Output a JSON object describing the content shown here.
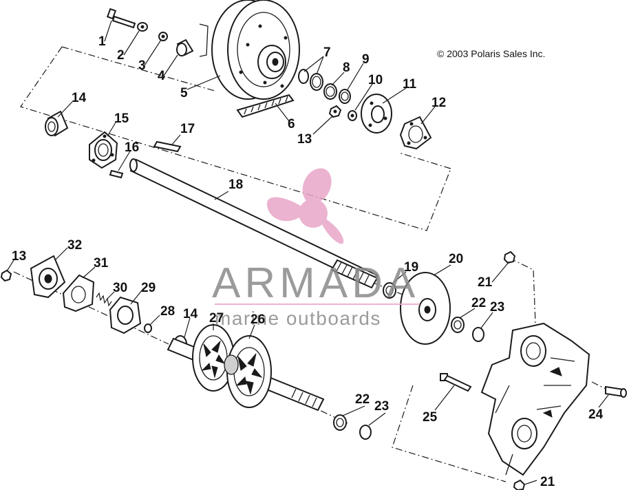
{
  "copyright": "© 2003 Polaris Sales Inc.",
  "watermark": {
    "brand": "ARMADA",
    "tagline": "marine outboards",
    "logo_color": "#e8a6c8",
    "text_color": "#8a8a8a"
  },
  "callouts": [
    "1",
    "2",
    "3",
    "4",
    "5",
    "6",
    "7",
    "8",
    "9",
    "10",
    "11",
    "12",
    "13",
    "14",
    "15",
    "16",
    "17",
    "18",
    "13",
    "32",
    "31",
    "30",
    "29",
    "28",
    "14",
    "27",
    "26",
    "19",
    "20",
    "21",
    "22",
    "23",
    "22",
    "23",
    "25",
    "24",
    "21"
  ]
}
